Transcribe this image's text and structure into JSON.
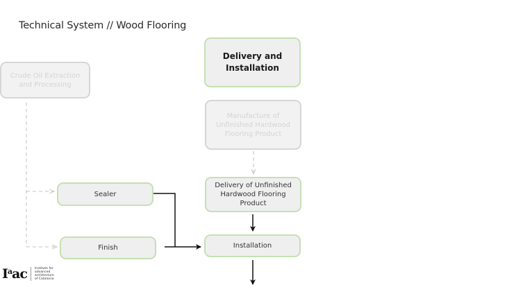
{
  "title": "Technical System // Wood Flooring",
  "nodes": {
    "crude_oil": "Crude Oil Extraction and Processing",
    "delivery_installation": "Delivery and Installation",
    "manufacture": "Manufacture of Unfinished Hardwood Flooring Product",
    "delivery_unfinished": "Delivery of Unfinished Hardwood Flooring Product",
    "sealer": "Sealer",
    "finish": "Finish",
    "installation": "Installation"
  },
  "colors": {
    "active_border": "#c5e0b4",
    "faded_border": "#d6d6d6",
    "node_fill": "#efefef",
    "arrow": "#111111",
    "dashed_arrow": "#cccccc"
  },
  "logo": {
    "mark": "I",
    "mark_sup": "a",
    "mark_rest": "ac",
    "text_lines": [
      "Institute for",
      "advanced",
      "architecture",
      "of Catalonia"
    ]
  }
}
